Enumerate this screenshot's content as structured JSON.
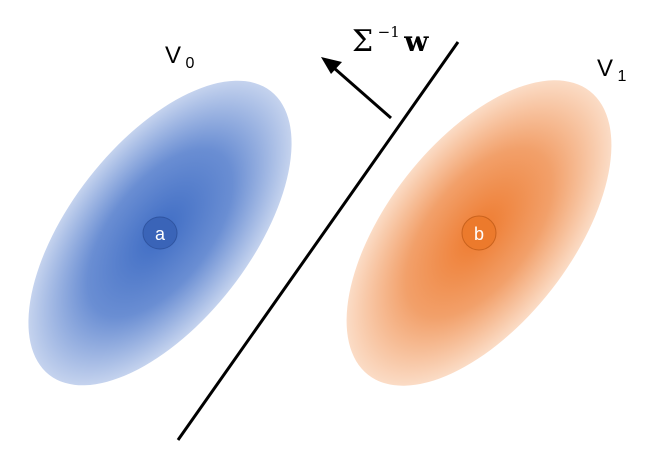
{
  "regions": [
    {
      "label": "V",
      "subscript": "0",
      "center_label": "a",
      "color": "#4472C4"
    },
    {
      "label": "V",
      "subscript": "1",
      "center_label": "b",
      "color": "#ED7D31"
    }
  ],
  "vector_label": {
    "symbol": "Σ",
    "exponent": "−1",
    "vector": "w"
  },
  "colors": {
    "line": "#000000",
    "background": "#ffffff"
  }
}
